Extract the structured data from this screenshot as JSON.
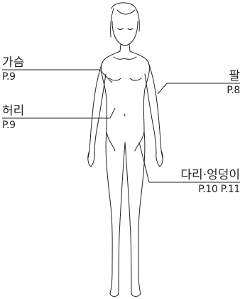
{
  "labels": {
    "chest": {
      "name": "가슴",
      "page": "P.9"
    },
    "waist": {
      "name": "허리",
      "page": "P.9"
    },
    "arm": {
      "name": "팔",
      "page": "P.8"
    },
    "leg_hip": {
      "name": "다리·엉덩이",
      "page": "P.10 P.11"
    }
  },
  "colors": {
    "line": "#231f20",
    "background": "#ffffff"
  }
}
